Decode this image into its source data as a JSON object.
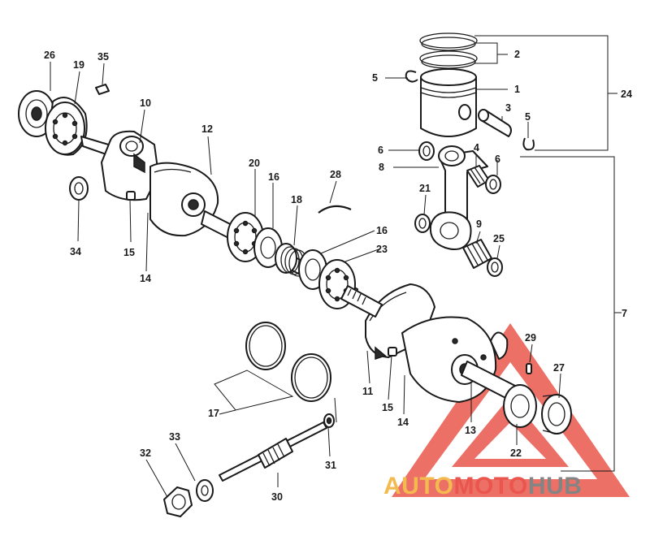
{
  "callouts": [
    {
      "id": "p1",
      "text": "1"
    },
    {
      "id": "p2",
      "text": "2"
    },
    {
      "id": "p3",
      "text": "3"
    },
    {
      "id": "p4",
      "text": "4"
    },
    {
      "id": "p5a",
      "text": "5"
    },
    {
      "id": "p5b",
      "text": "5"
    },
    {
      "id": "p6a",
      "text": "6"
    },
    {
      "id": "p6b",
      "text": "6"
    },
    {
      "id": "p7",
      "text": "7"
    },
    {
      "id": "p8",
      "text": "8"
    },
    {
      "id": "p9",
      "text": "9"
    },
    {
      "id": "p10",
      "text": "10"
    },
    {
      "id": "p11",
      "text": "11"
    },
    {
      "id": "p12",
      "text": "12"
    },
    {
      "id": "p13",
      "text": "13"
    },
    {
      "id": "p14a",
      "text": "14"
    },
    {
      "id": "p14b",
      "text": "14"
    },
    {
      "id": "p15a",
      "text": "15"
    },
    {
      "id": "p15b",
      "text": "15"
    },
    {
      "id": "p16a",
      "text": "16"
    },
    {
      "id": "p16b",
      "text": "16"
    },
    {
      "id": "p17",
      "text": "17"
    },
    {
      "id": "p18",
      "text": "18"
    },
    {
      "id": "p19",
      "text": "19"
    },
    {
      "id": "p20",
      "text": "20"
    },
    {
      "id": "p21",
      "text": "21"
    },
    {
      "id": "p22",
      "text": "22"
    },
    {
      "id": "p23",
      "text": "23"
    },
    {
      "id": "p24",
      "text": "24"
    },
    {
      "id": "p25",
      "text": "25"
    },
    {
      "id": "p26",
      "text": "26"
    },
    {
      "id": "p27",
      "text": "27"
    },
    {
      "id": "p28",
      "text": "28"
    },
    {
      "id": "p29",
      "text": "29"
    },
    {
      "id": "p30",
      "text": "30"
    },
    {
      "id": "p31",
      "text": "31"
    },
    {
      "id": "p32",
      "text": "32"
    },
    {
      "id": "p33",
      "text": "33"
    },
    {
      "id": "p34",
      "text": "34"
    },
    {
      "id": "p35",
      "text": "35"
    }
  ],
  "watermark": {
    "part1": "AUTO",
    "part2": "MOTO",
    "part3": "HUB",
    "color_auto": "#f2b33d",
    "color_moto": "#e8443a",
    "color_hub": "#777777",
    "triangle_color": "#e8443a"
  }
}
